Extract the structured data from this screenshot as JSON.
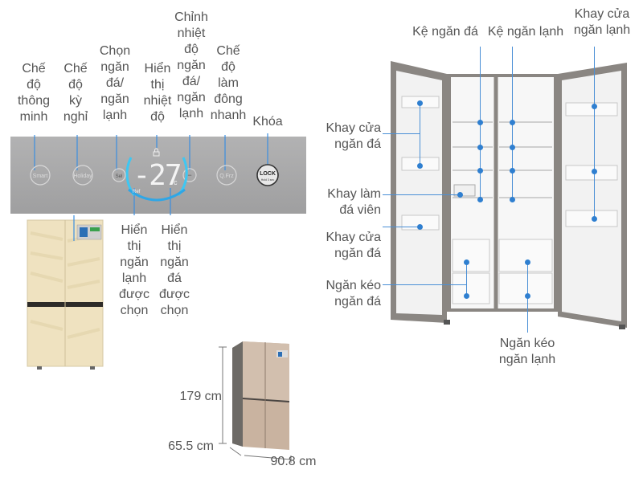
{
  "panel": {
    "top_labels": [
      {
        "id": "smart",
        "lines": [
          "Chế",
          "độ",
          "thông",
          "minh"
        ]
      },
      {
        "id": "holiday",
        "lines": [
          "Chế",
          "độ",
          "kỳ",
          "nghỉ"
        ]
      },
      {
        "id": "select",
        "lines": [
          "Chọn",
          "ngăn",
          "đá/",
          "ngăn",
          "lạnh"
        ]
      },
      {
        "id": "temp",
        "lines": [
          "Hiển",
          "thị",
          "nhiệt",
          "độ"
        ]
      },
      {
        "id": "adjust",
        "lines": [
          "Chỉnh",
          "nhiệt",
          "độ",
          "ngăn",
          "đá/",
          "ngăn",
          "lạnh"
        ]
      },
      {
        "id": "quick",
        "lines": [
          "Chế",
          "độ",
          "làm",
          "đông",
          "nhanh"
        ]
      },
      {
        "id": "lock",
        "lines": [
          "Khóa"
        ]
      }
    ],
    "bottom_labels": [
      {
        "id": "fridge-shown",
        "lines": [
          "Hiển",
          "thị",
          "ngăn",
          "lạnh",
          "được",
          "chọn"
        ]
      },
      {
        "id": "freezer-shown",
        "lines": [
          "Hiển",
          "thị",
          "ngăn",
          "đá",
          "được",
          "chọn"
        ]
      }
    ],
    "buttons": {
      "smart": "Smart",
      "holiday": "Holiday",
      "select": "Sel",
      "minus": "−",
      "quick": "Q.Frz",
      "lock": "LOCK",
      "lock_sub": "Hold 3 sec"
    },
    "display": {
      "temperature": "-27",
      "unit": "c",
      "ref": "Ref"
    }
  },
  "dimensions": {
    "height": "179 cm",
    "depth": "65.5 cm",
    "width": "90.8 cm"
  },
  "fridge_labels": {
    "freezer_shelf": "Kệ ngăn đá",
    "fridge_shelf": "Kệ ngăn lạnh",
    "fridge_door_tray": [
      "Khay cửa",
      "ngăn lạnh"
    ],
    "freezer_door_tray_1": [
      "Khay cửa",
      "ngăn đá"
    ],
    "ice_tray": [
      "Khay làm",
      "đá viên"
    ],
    "freezer_door_tray_2": [
      "Khay cửa",
      "ngăn đá"
    ],
    "freezer_drawer": [
      "Ngăn kéo",
      "ngăn đá"
    ],
    "fridge_drawer": [
      "Ngăn kéo",
      "ngăn lạnh"
    ]
  },
  "colors": {
    "accent": "#2f7fd0",
    "panel": "#a9a9aa",
    "ring": "#3ec7f2",
    "fridge_gold": "#efe2c0",
    "fridge_body": "#8a8682"
  }
}
